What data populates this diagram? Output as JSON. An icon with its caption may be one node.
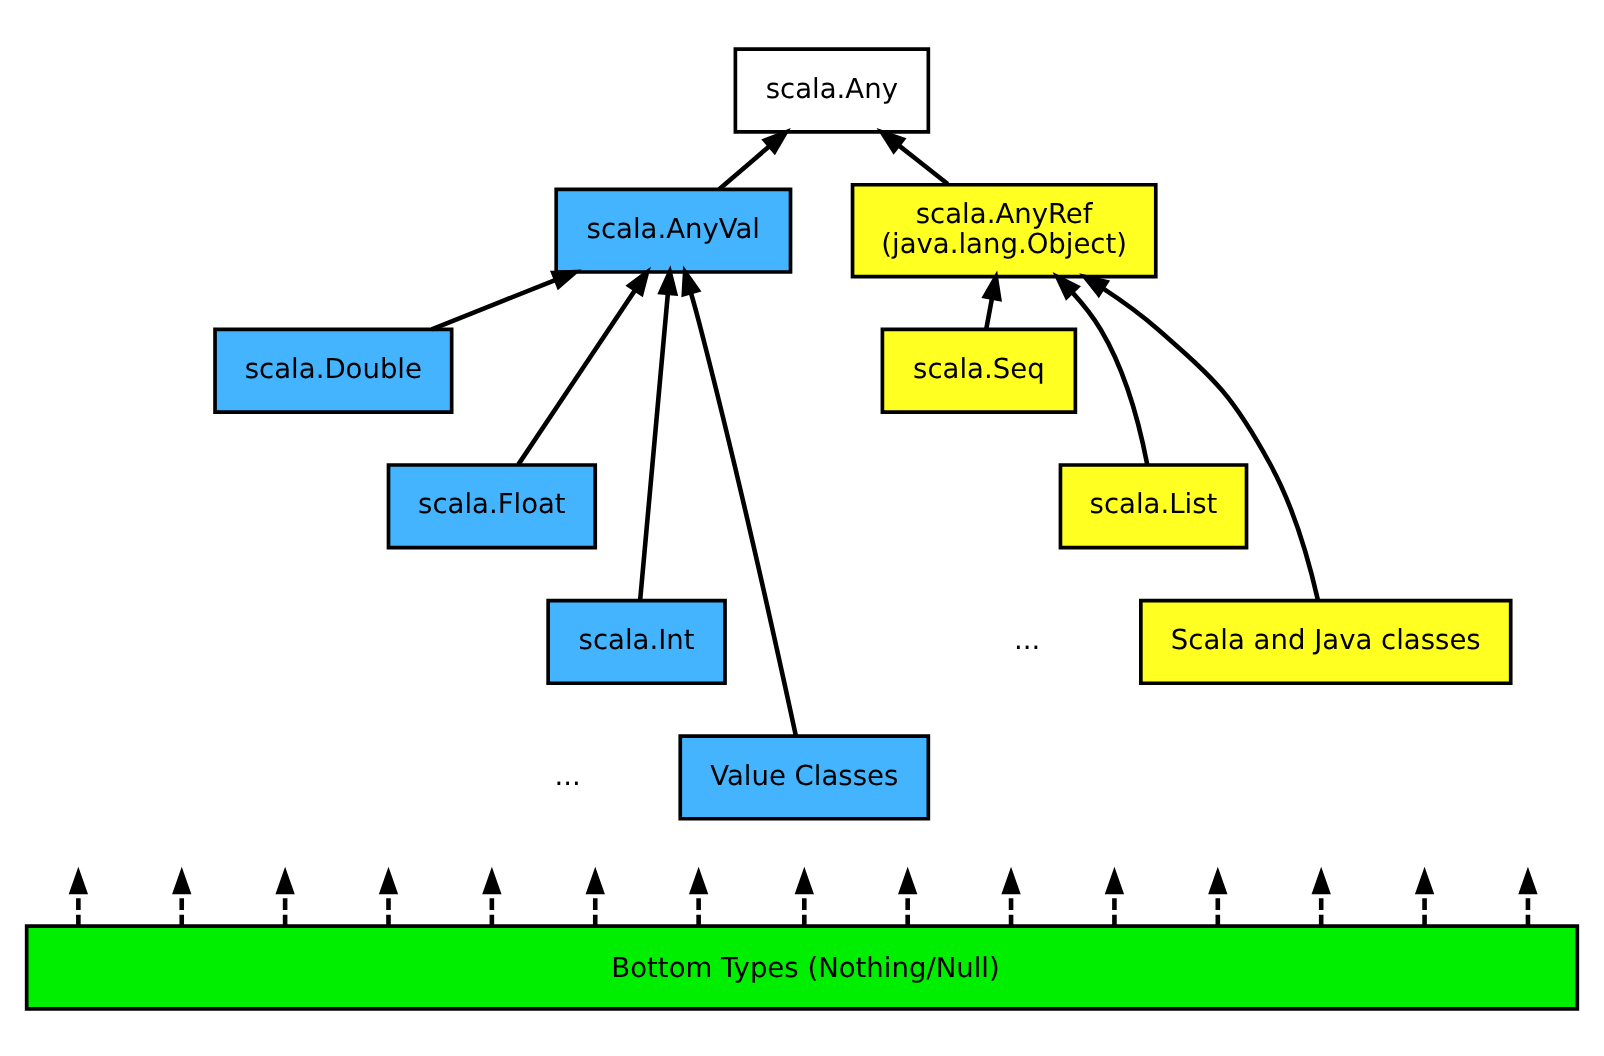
{
  "diagram": {
    "nodes": [
      {
        "text": [
          "scala.Any"
        ]
      },
      {
        "text": [
          "scala.AnyVal"
        ]
      },
      {
        "text": [
          "scala.AnyRef",
          "(java.lang.Object)"
        ]
      },
      {
        "text": [
          "scala.Double"
        ]
      },
      {
        "text": [
          "scala.Float"
        ]
      },
      {
        "text": [
          "scala.Int"
        ]
      },
      {
        "text": [
          "Value Classes"
        ]
      },
      {
        "text": [
          "scala.Seq"
        ]
      },
      {
        "text": [
          "scala.List"
        ]
      },
      {
        "text": [
          "Scala and Java classes"
        ]
      },
      {
        "text": [
          "Bottom Types (Nothing/Null)"
        ]
      }
    ],
    "edges": [
      {
        "from": 1,
        "to": 0,
        "arrow": "to"
      },
      {
        "from": 2,
        "to": 0,
        "arrow": "to"
      },
      {
        "from": 3,
        "to": 1,
        "arrow": "to"
      },
      {
        "from": 4,
        "to": 1,
        "arrow": "to"
      },
      {
        "from": 5,
        "to": 1,
        "arrow": "to"
      },
      {
        "from": 6,
        "to": 1,
        "arrow": "to"
      },
      {
        "from": 7,
        "to": 2,
        "arrow": "to"
      },
      {
        "from": 8,
        "to": 2,
        "arrow": "to"
      },
      {
        "from": 9,
        "to": 2,
        "arrow": "to"
      },
      {
        "from": 10,
        "to": null,
        "arrow": "to",
        "style": "dashed"
      },
      {
        "from": 10,
        "to": null,
        "arrow": "to",
        "style": "dashed"
      },
      {
        "from": 10,
        "to": null,
        "arrow": "to",
        "style": "dashed"
      },
      {
        "from": 10,
        "to": null,
        "arrow": "to",
        "style": "dashed"
      },
      {
        "from": 10,
        "to": null,
        "arrow": "to",
        "style": "dashed"
      },
      {
        "from": 10,
        "to": null,
        "arrow": "to",
        "style": "dashed"
      },
      {
        "from": 10,
        "to": null,
        "arrow": "to",
        "style": "dashed"
      },
      {
        "from": 10,
        "to": null,
        "arrow": "to",
        "style": "dashed"
      },
      {
        "from": 10,
        "to": null,
        "arrow": "to",
        "style": "dashed"
      },
      {
        "from": 10,
        "to": null,
        "arrow": "to",
        "style": "dashed"
      },
      {
        "from": 10,
        "to": null,
        "arrow": "to",
        "style": "dashed"
      },
      {
        "from": 10,
        "to": null,
        "arrow": "to",
        "style": "dashed"
      },
      {
        "from": 10,
        "to": null,
        "arrow": "to",
        "style": "dashed"
      },
      {
        "from": 10,
        "to": null,
        "arrow": "to",
        "style": "dashed"
      },
      {
        "from": 10,
        "to": null,
        "arrow": "to",
        "style": "dashed"
      }
    ],
    "labels": [
      "...",
      "..."
    ]
  }
}
